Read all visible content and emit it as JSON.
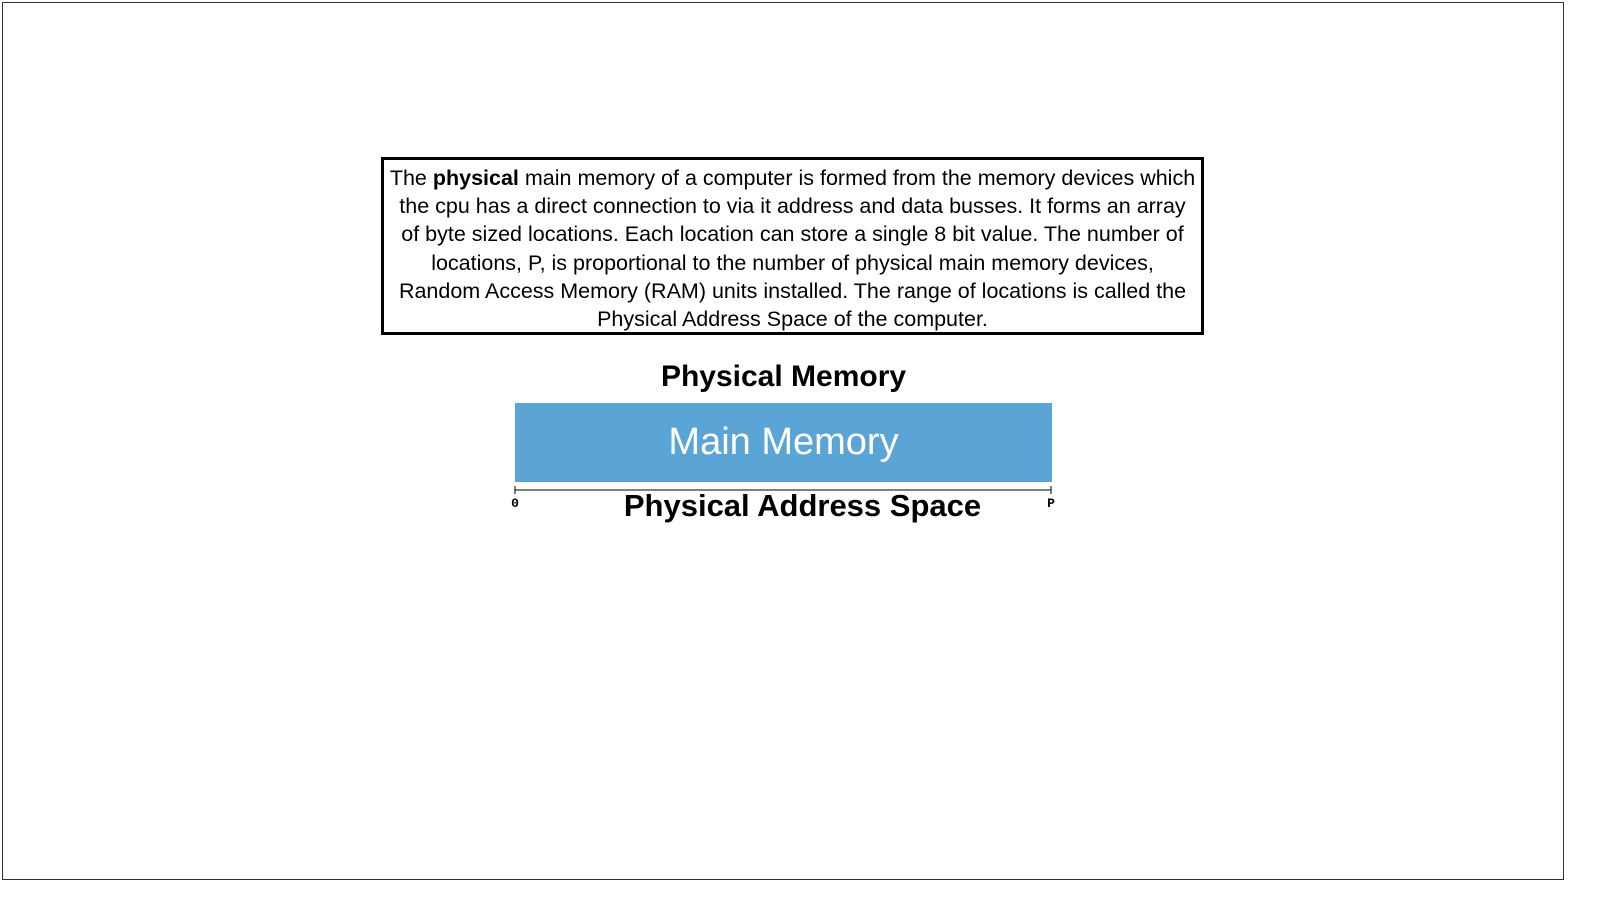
{
  "description": {
    "lead": "The ",
    "emphasis": "physical",
    "body": " main memory of a computer is formed from the memory devices which the cpu has a direct connection to via it address and data busses. It forms an array of byte sized locations. Each location can store a single 8 bit value. The number of locations, P, is proportional to the number of physical main memory devices, Random Access Memory (RAM) units installed.  The range of locations is called the Physical Address Space of the computer."
  },
  "diagram": {
    "title": "Physical Memory",
    "block_label": "Main Memory",
    "block_color": "#5aa4d6",
    "axis": {
      "start_label": "0",
      "end_label": "P",
      "title": "Physical Address Space"
    }
  }
}
